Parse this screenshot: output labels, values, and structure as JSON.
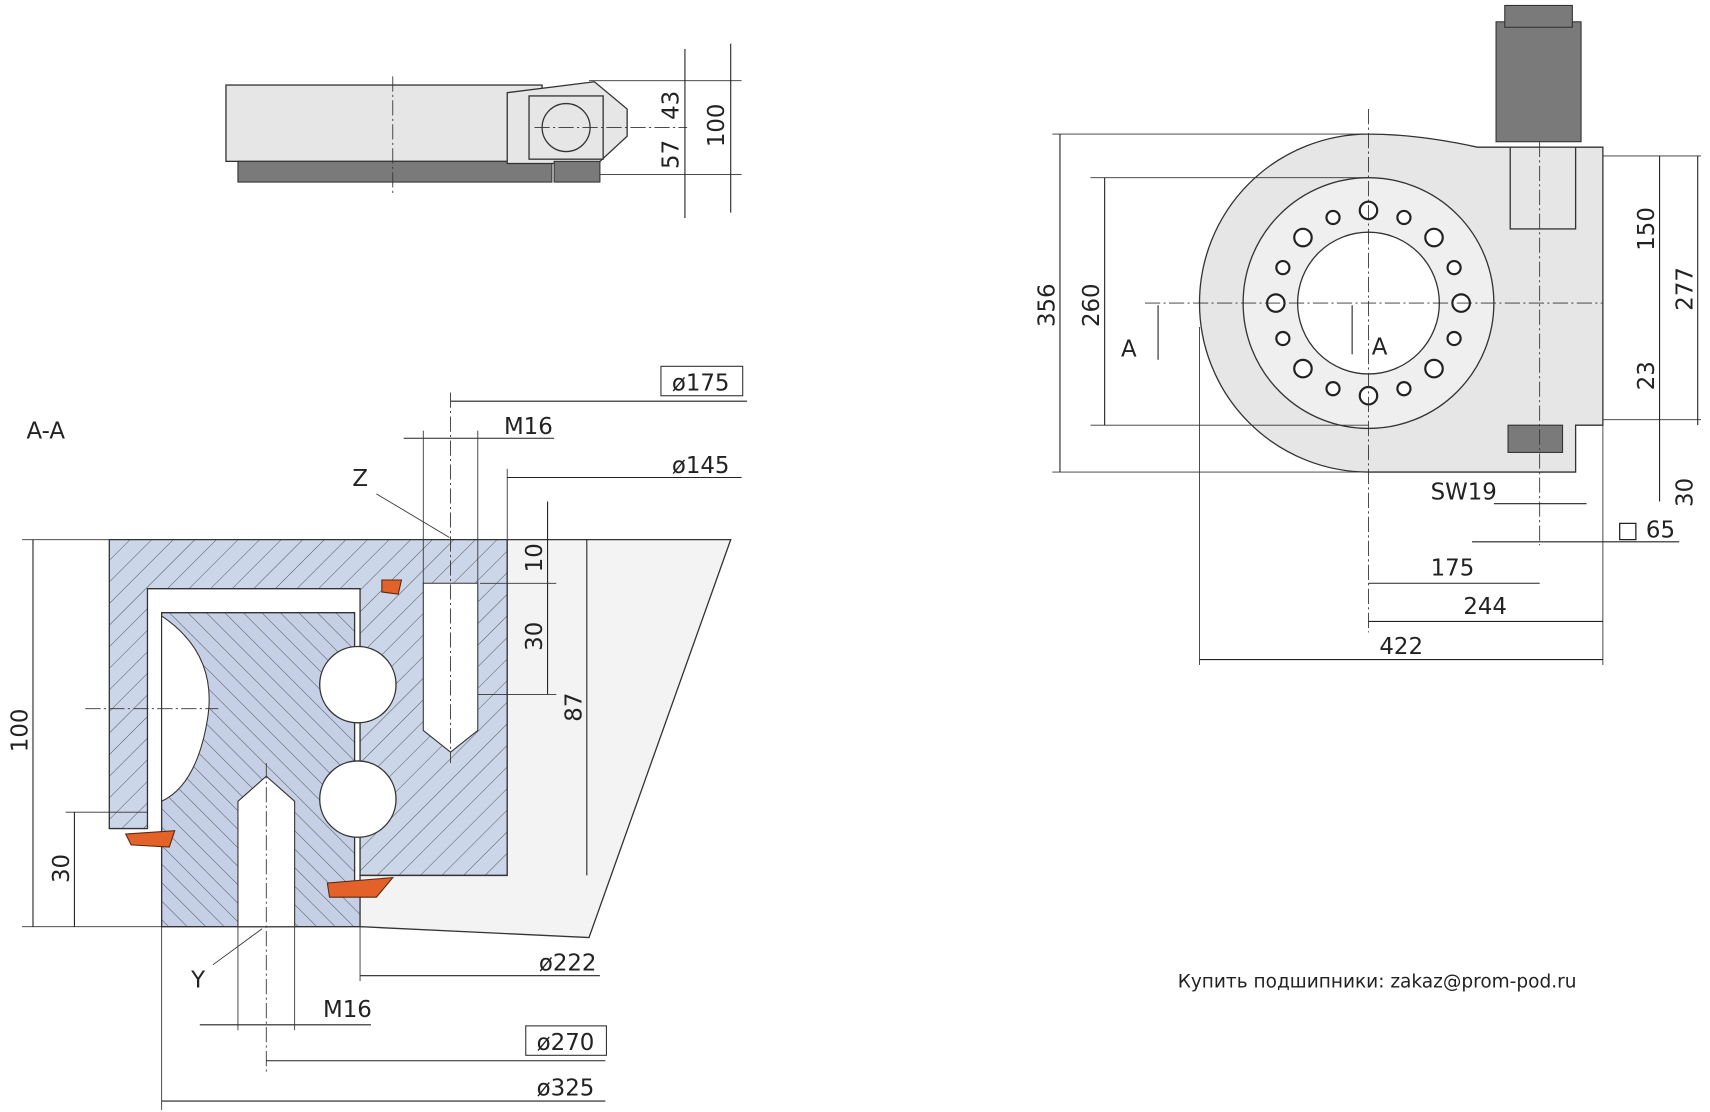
{
  "top_view": {
    "dims": [
      "43",
      "57",
      "100"
    ]
  },
  "front_view": {
    "dims_left": [
      "356",
      "260"
    ],
    "dims_right": [
      "150",
      "277",
      "23",
      "30"
    ],
    "dims_bottom": [
      "175",
      "244",
      "422"
    ],
    "sw_label": "SW19",
    "square_label": "□ 65",
    "section_marks": [
      "A",
      "A"
    ]
  },
  "section": {
    "title": "A-A",
    "boxed_dims": [
      "ø175",
      "ø270"
    ],
    "dims": [
      "M16",
      "ø145",
      "10",
      "30",
      "87",
      "100",
      "30",
      "ø222",
      "M16",
      "ø325"
    ],
    "detail_labels": [
      "Z",
      "Y"
    ]
  },
  "footer": {
    "text": "Купить подшипники: zakaz@prom-pod.ru"
  },
  "colors": {
    "housing": "#e6e6e6",
    "motor": "#7a7a7a",
    "seal": "#e2622a",
    "hatch_outer": "#c9d3e6"
  }
}
